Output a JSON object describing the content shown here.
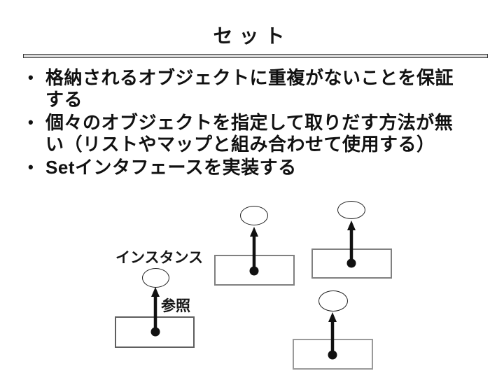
{
  "slide": {
    "title": "セット",
    "bullets": [
      {
        "marker": "•",
        "text": "格納されるオブジェクトに重複がないことを保証\nする"
      },
      {
        "marker": "•",
        "text": "個々のオブジェクトを指定して取りだす方法が無\nい（リストやマップと組み合わせて使用する）"
      },
      {
        "marker": "•",
        "text": "Setインタフェースを実装する"
      }
    ],
    "diagram": {
      "instance_label": "インスタンス",
      "reference_label": "参照"
    },
    "colors": {
      "background": "#ffffff",
      "text": "#111111",
      "rule_fill": "#d9d9d9",
      "rule_border": "#3c3c3c",
      "box_border": "#808080",
      "shape_stroke": "#1f1f1f",
      "arrow": "#111111"
    }
  }
}
